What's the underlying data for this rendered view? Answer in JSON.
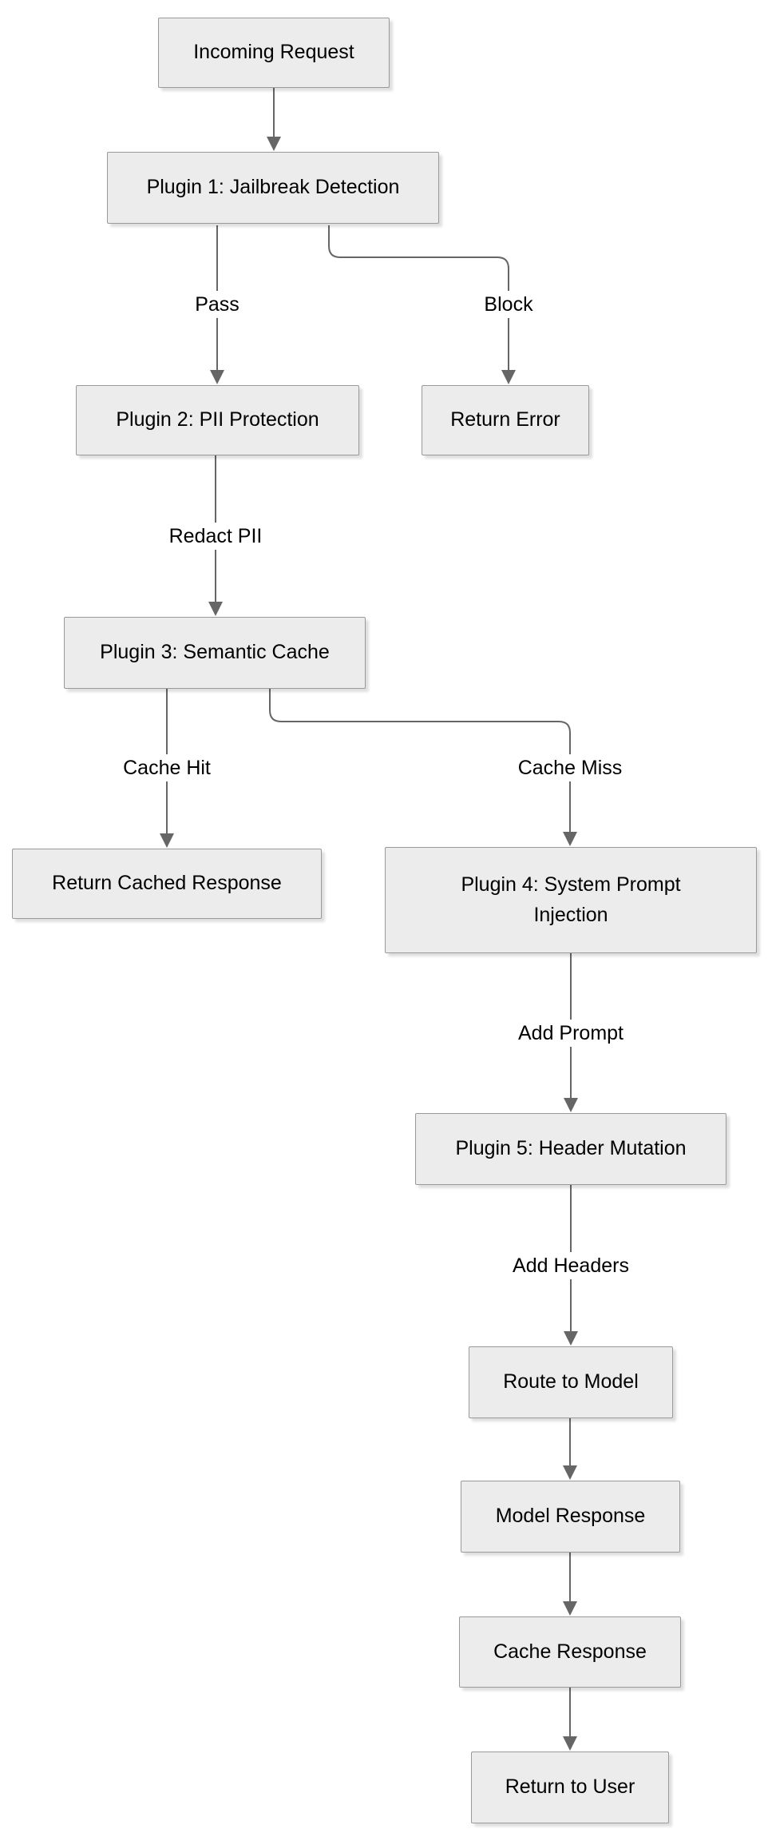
{
  "diagram": {
    "type": "flowchart-top-down",
    "nodes": [
      {
        "id": "incoming_request",
        "label": "Incoming Request"
      },
      {
        "id": "plugin1",
        "label": "Plugin 1: Jailbreak Detection"
      },
      {
        "id": "plugin2",
        "label": "Plugin 2: PII Protection"
      },
      {
        "id": "return_error",
        "label": "Return Error"
      },
      {
        "id": "plugin3",
        "label": "Plugin 3: Semantic Cache"
      },
      {
        "id": "return_cached_response",
        "label": "Return Cached Response"
      },
      {
        "id": "plugin4",
        "label": "Plugin 4: System Prompt Injection"
      },
      {
        "id": "plugin5",
        "label": "Plugin 5: Header Mutation"
      },
      {
        "id": "route_to_model",
        "label": "Route to Model"
      },
      {
        "id": "model_response",
        "label": "Model Response"
      },
      {
        "id": "cache_response",
        "label": "Cache Response"
      },
      {
        "id": "return_to_user",
        "label": "Return to User"
      }
    ],
    "edges": [
      {
        "from": "incoming_request",
        "to": "plugin1",
        "label": ""
      },
      {
        "from": "plugin1",
        "to": "plugin2",
        "label": "Pass"
      },
      {
        "from": "plugin1",
        "to": "return_error",
        "label": "Block"
      },
      {
        "from": "plugin2",
        "to": "plugin3",
        "label": "Redact PII"
      },
      {
        "from": "plugin3",
        "to": "return_cached_response",
        "label": "Cache Hit"
      },
      {
        "from": "plugin3",
        "to": "plugin4",
        "label": "Cache Miss"
      },
      {
        "from": "plugin4",
        "to": "plugin5",
        "label": "Add Prompt"
      },
      {
        "from": "plugin5",
        "to": "route_to_model",
        "label": "Add Headers"
      },
      {
        "from": "route_to_model",
        "to": "model_response",
        "label": ""
      },
      {
        "from": "model_response",
        "to": "cache_response",
        "label": ""
      },
      {
        "from": "cache_response",
        "to": "return_to_user",
        "label": ""
      }
    ],
    "colors": {
      "background": "#ffffff",
      "node_fill": "#ececec",
      "node_border": "#999999",
      "edge_line": "#666666",
      "arrowhead": "#666666",
      "text": "#000000"
    }
  }
}
